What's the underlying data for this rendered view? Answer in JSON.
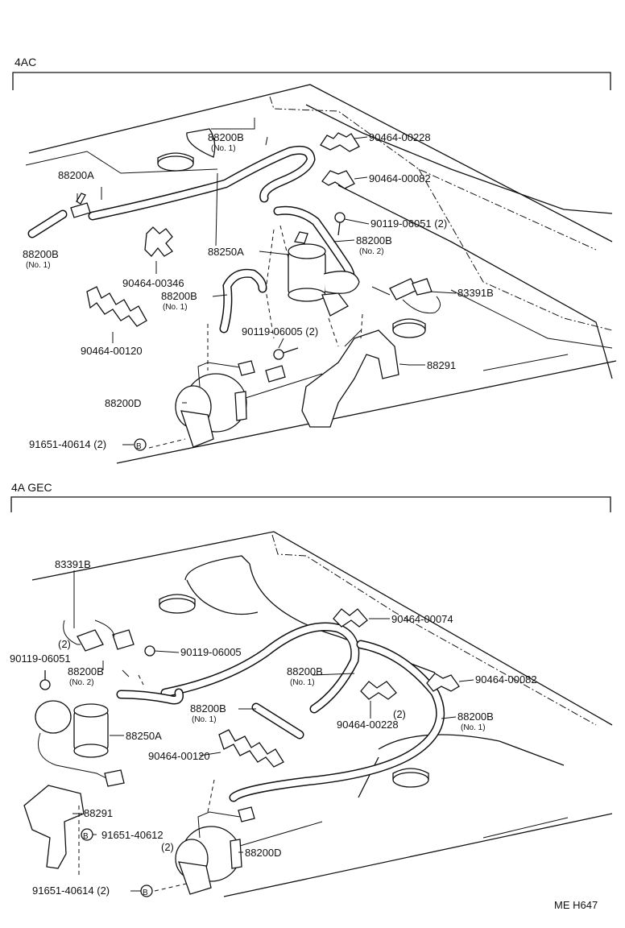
{
  "sections": {
    "top": {
      "title": "4AC",
      "labels": {
        "l_90464_00228": "90464-00228",
        "l_88200B_no1_top": "88200B",
        "l_no1_top": "(No. 1)",
        "l_90464_00082": "90464-00082",
        "l_88200A": "88200A",
        "l_90119_06051": "90119-06051 (2)",
        "l_88200B_left": "88200B",
        "l_no1_left": "(No. 1)",
        "l_88250A": "88250A",
        "l_88200B_no2": "88200B",
        "l_no2": "(No. 2)",
        "l_90464_00346": "90464-00346",
        "l_83391B": "83391B",
        "l_88200B_mid": "88200B",
        "l_no1_mid": "(No. 1)",
        "l_90119_06005": "90119-06005 (2)",
        "l_90464_00120": "90464-00120",
        "l_88291": "88291",
        "l_88200D": "88200D",
        "l_91651_40614": "91651-40614 (2)",
        "l_B": "B"
      }
    },
    "bottom": {
      "title": "4A GEC",
      "labels": {
        "l_83391B": "83391B",
        "l_90464_00074": "90464-00074",
        "l_2a": "(2)",
        "l_90119_06051": "90119-06051",
        "l_90119_06005": "90119-06005",
        "l_88200B_no2": "88200B",
        "l_no2": "(No. 2)",
        "l_88200B_no1_a": "88200B",
        "l_no1_a": "(No. 1)",
        "l_90464_00082": "90464-00082",
        "l_88200B_no1_b": "88200B",
        "l_no1_b": "(No. 1)",
        "l_2b": "(2)",
        "l_90464_00228": "90464-00228",
        "l_88200B_no1_c": "88200B",
        "l_no1_c": "(No. 1)",
        "l_88250A": "88250A",
        "l_90464_00120": "90464-00120",
        "l_88291": "88291",
        "l_91651_40612": "91651-40612",
        "l_2c": "(2)",
        "l_88200D": "88200D",
        "l_91651_40614": "91651-40614 (2)",
        "l_B1": "B",
        "l_B2": "B"
      }
    }
  },
  "footer": {
    "code": "ME  H647"
  }
}
